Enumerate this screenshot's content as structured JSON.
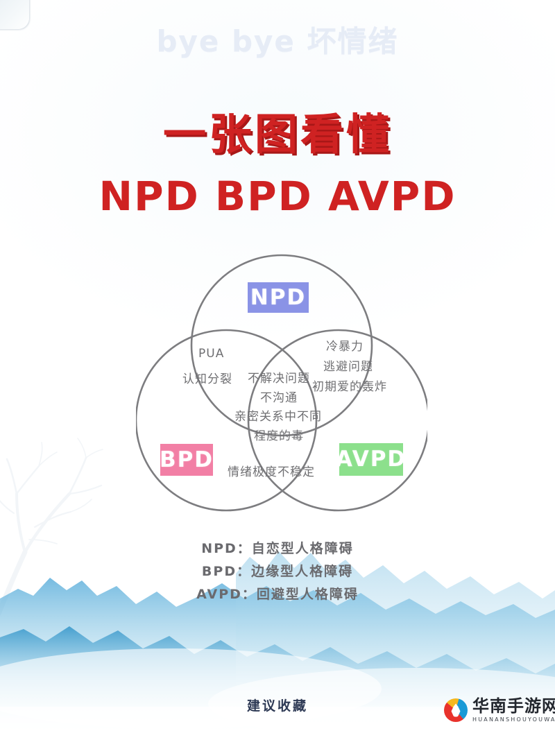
{
  "poster": {
    "watermark_line": "bye bye 坏情绪",
    "title_main": "一张图看懂",
    "title_sub": "NPD BPD AVPD",
    "footer_note": "建议收藏"
  },
  "colors": {
    "title_red": "#cf2222",
    "title_red_shadow": "#a81717",
    "npd": "#8a93e6",
    "bpd": "#f27fa5",
    "avpd": "#8ce08c",
    "circle_stroke": "#7d7d80",
    "label_gray": "#6f6f72",
    "footer_navy": "#2e3a55",
    "byeline_pale": "#e6ecf6"
  },
  "chart_data": {
    "type": "venn",
    "title": "一张图看懂 NPD BPD AVPD",
    "sets": [
      {
        "key": "npd",
        "label": "NPD",
        "color": "#8a93e6",
        "full_name": "自恋型人格障碍"
      },
      {
        "key": "bpd",
        "label": "BPD",
        "color": "#f27fa5",
        "full_name": "边缘型人格障碍"
      },
      {
        "key": "avpd",
        "label": "AVPD",
        "color": "#8ce08c",
        "full_name": "回避型人格障碍"
      }
    ],
    "regions": [
      {
        "sets": [
          "npd",
          "bpd"
        ],
        "items": [
          "PUA",
          "认知分裂"
        ]
      },
      {
        "sets": [
          "npd",
          "avpd"
        ],
        "items": [
          "冷暴力",
          "逃避问题",
          "初期爱的轰炸"
        ]
      },
      {
        "sets": [
          "npd",
          "bpd",
          "avpd"
        ],
        "items": [
          "不解决问题",
          "不沟通",
          "亲密关系中不同",
          "程度的毒"
        ]
      },
      {
        "sets": [
          "bpd",
          "avpd"
        ],
        "items": [
          "情绪极度不稳定"
        ]
      }
    ]
  },
  "venn_labels": {
    "npd_tag": "NPD",
    "bpd_tag": "BPD",
    "avpd_tag": "AVPD",
    "left_1": "PUA",
    "left_2": "认知分裂",
    "right_1": "冷暴力",
    "right_2": "逃避问题",
    "right_3": "初期爱的轰炸",
    "center_1": "不解决问题",
    "center_2": "不沟通",
    "center_3": "亲密关系中不同",
    "center_4": "程度的毒",
    "bottom_1": "情绪极度不稳定"
  },
  "legend": {
    "rows": [
      "NPD：自恋型人格障碍",
      "BPD：边缘型人格障碍",
      "AVPD：回避型人格障碍"
    ]
  },
  "watermark": {
    "brand_cn": "华南手游网",
    "brand_en": "HUANANSHOUYOUWANG"
  }
}
